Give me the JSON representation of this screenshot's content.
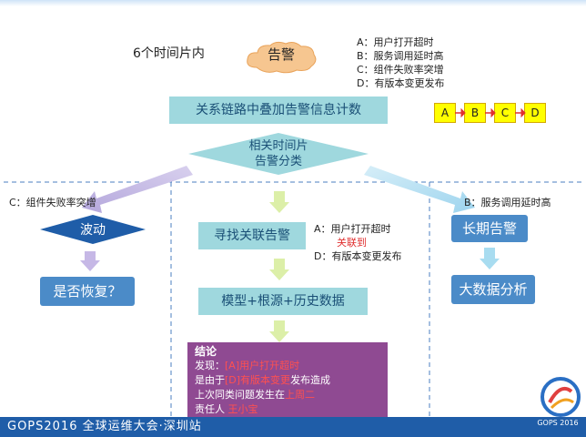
{
  "header": {
    "time_window": "6个时间片内",
    "alarm_cloud": "告警"
  },
  "legend": [
    "A：用户打开超时",
    "B：服务调用延时高",
    "C：组件失败率突增",
    "D：有版本变更发布"
  ],
  "chain": [
    "A",
    "B",
    "C",
    "D"
  ],
  "main": {
    "overlay_box": "关系链路中叠加告警信息计数",
    "classify_line1": "相关时间片",
    "classify_line2": "告警分类"
  },
  "left_branch": {
    "label": "C：组件失败率突增",
    "fluctuation": "波动",
    "recovered": "是否恢复？"
  },
  "middle_branch": {
    "find_related": "寻找关联告警",
    "note_a": "A：用户打开超时",
    "note_related": "关联到",
    "note_d": "D：有版本变更发布",
    "model": "模型+根源+历史数据"
  },
  "right_branch": {
    "label": "B：服务调用延时高",
    "long_term": "长期告警",
    "big_data": "大数据分析"
  },
  "conclusion": {
    "title": "结论",
    "line1_prefix": "发现：",
    "line1_tag": "[A]用户打开超时",
    "line2_prefix": "是由于",
    "line2_tag": "[D]有版本变更",
    "line2_suffix": "发布造成",
    "line3_prefix": "上次同类问题发生在",
    "line3_tag": "上周二",
    "line4_prefix": "责任人 ",
    "line4_tag": "王小宝"
  },
  "footer": {
    "text": "GOPS2016 全球运维大会·深圳站",
    "logo_text": "GOPS 2016"
  },
  "colors": {
    "teal": "#9fd8de",
    "blue": "#4b8bc8",
    "purple": "#8f4a92",
    "yellow": "#ffff00",
    "footer": "#1f5da8"
  }
}
